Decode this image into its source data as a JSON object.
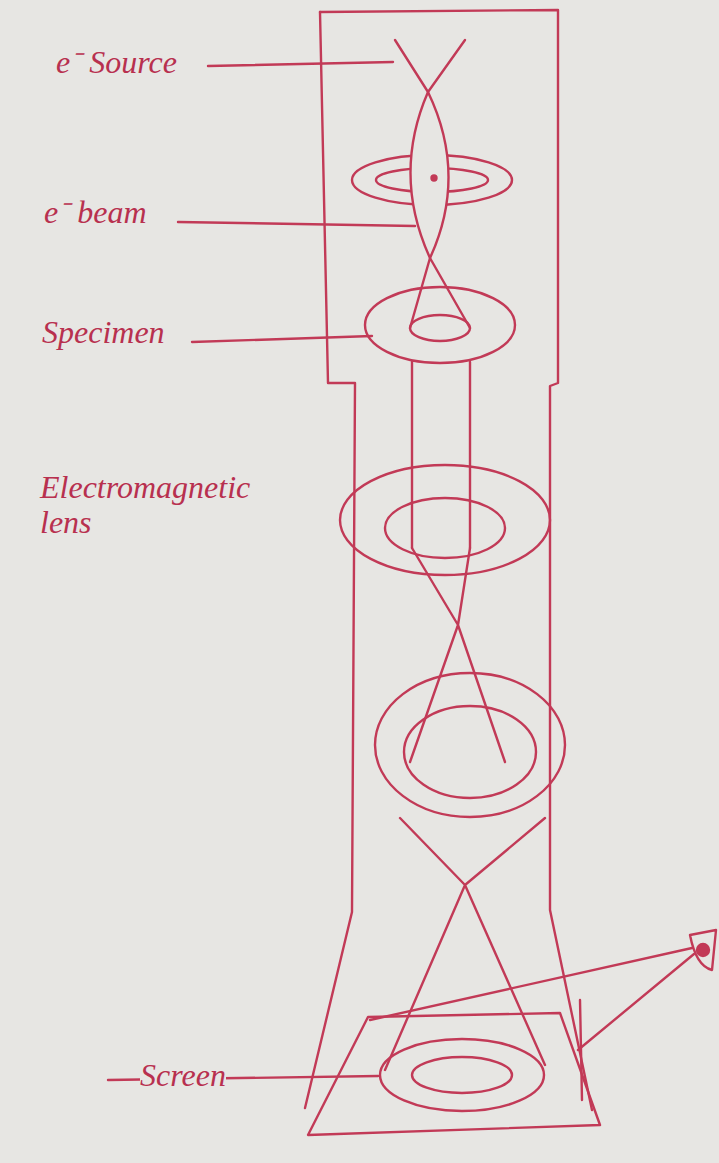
{
  "diagram": {
    "labels": [
      "e⁻ Source",
      "e⁻ beam",
      "Specimen",
      "Electromagnetic lens",
      "Screen"
    ]
  }
}
